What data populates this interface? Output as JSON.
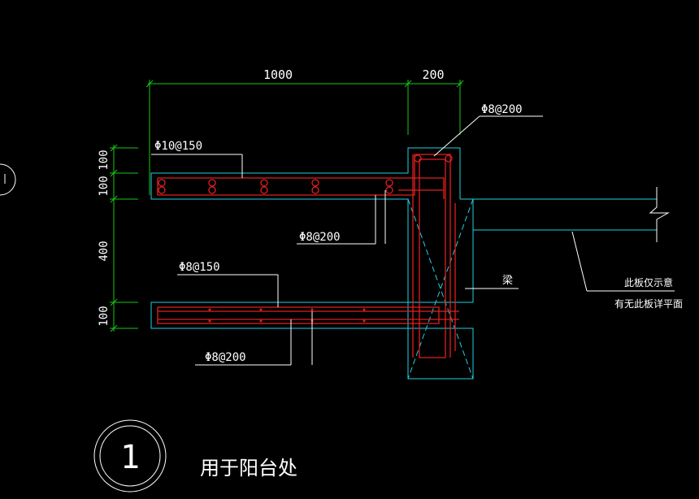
{
  "dimensions": {
    "top_span": "1000",
    "top_beam": "200",
    "left_top1": "100",
    "left_top2": "100",
    "left_mid": "400",
    "left_bottom": "100"
  },
  "labels": {
    "top_bar_upper": "Φ10@150",
    "top_bar_lower": "Φ8@200",
    "beam_stirrup": "Φ8@200",
    "bottom_bar_upper": "Φ8@150",
    "bottom_bar_lower": "Φ8@200",
    "beam": "梁",
    "note_line1": "此板仅示意",
    "note_line2": "有无此板详平面"
  },
  "detail": {
    "number": "1",
    "caption": "用于阳台处"
  },
  "colors": {
    "background": "#000000",
    "dimension": "#19c619",
    "outline": "#21d2e3",
    "rebar": "#e02020",
    "text": "#ffffff"
  }
}
